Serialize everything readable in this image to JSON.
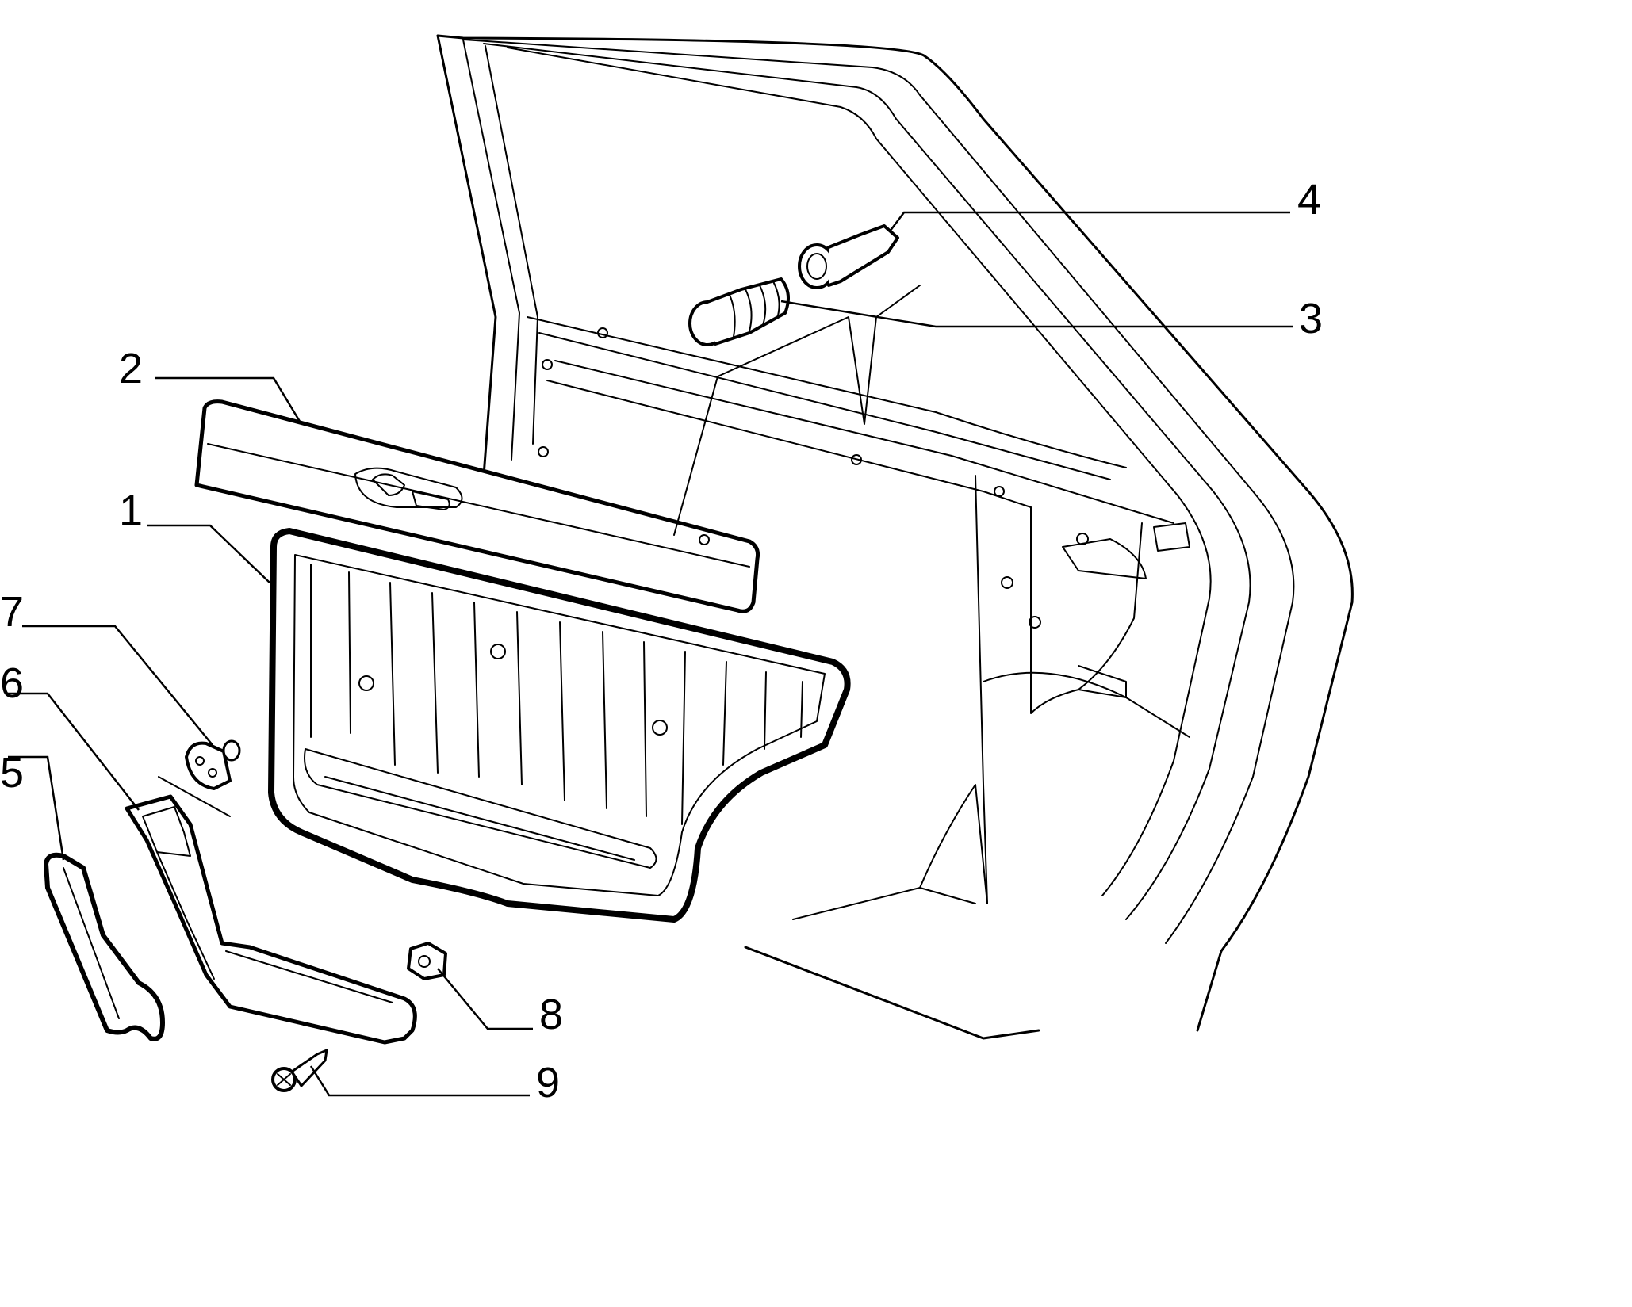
{
  "diagram": {
    "colors": {
      "line": "#000000",
      "background": "#ffffff"
    },
    "callouts": [
      {
        "id": "1",
        "label": "1",
        "part": "door-trim-panel"
      },
      {
        "id": "2",
        "label": "2",
        "part": "upper-trim-strip"
      },
      {
        "id": "3",
        "label": "3",
        "part": "ribbed-fastener-plug"
      },
      {
        "id": "4",
        "label": "4",
        "part": "push-pin-clip"
      },
      {
        "id": "5",
        "label": "5",
        "part": "armrest-cover"
      },
      {
        "id": "6",
        "label": "6",
        "part": "armrest"
      },
      {
        "id": "7",
        "label": "7",
        "part": "trim-clip"
      },
      {
        "id": "8",
        "label": "8",
        "part": "square-clip-nut"
      },
      {
        "id": "9",
        "label": "9",
        "part": "screw"
      }
    ]
  }
}
